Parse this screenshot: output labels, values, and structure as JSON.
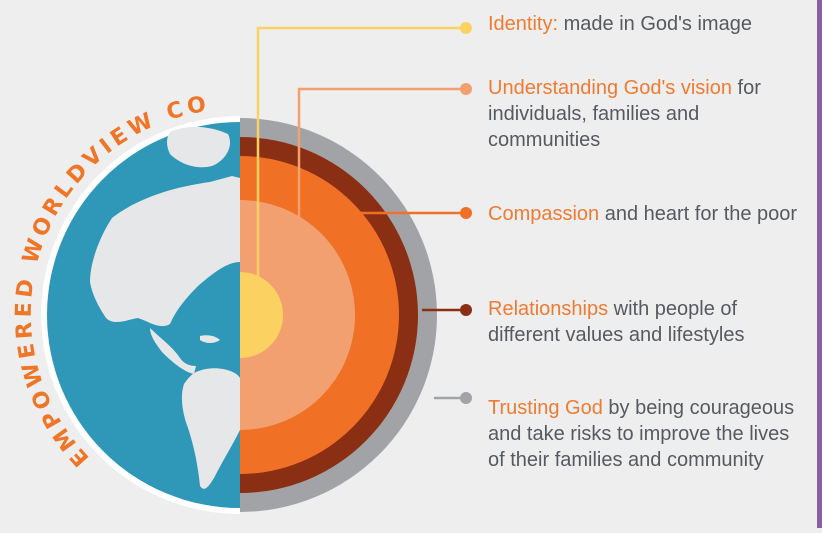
{
  "title": "EMPOWERED WORLDVIEW CORE",
  "colors": {
    "background": "#eeeeef",
    "ocean": "#2f97b8",
    "land": "#e6e7e8",
    "globe_outline": "#ffffff",
    "shell": "#a2a3a6",
    "crust": "#8a2f14",
    "mantle": "#f07026",
    "outer_core": "#f3a070",
    "inner_core": "#fbd262",
    "title_text": "#ef7627",
    "accent_text": "#ee7b32",
    "body_text": "#565a5f",
    "right_border": "#8b5da2"
  },
  "layers": [
    {
      "key": "identity",
      "highlight": "Identity:",
      "rest": " made in God's image",
      "line_color": "#fbd262"
    },
    {
      "key": "understanding",
      "highlight": "Understanding God's vision",
      "rest": " for individuals, families and communities",
      "line_color": "#f3a070"
    },
    {
      "key": "compassion",
      "highlight": "Compassion",
      "rest": " and heart for the poor",
      "line_color": "#f07026"
    },
    {
      "key": "relationships",
      "highlight": "Relationships",
      "rest": " with people of different values and lifestyles",
      "line_color": "#8a2f14"
    },
    {
      "key": "trusting",
      "highlight": "Trusting God",
      "rest": " by being courageous and take risks to improve the lives of their families and community",
      "line_color": "#a2a3a6"
    }
  ]
}
